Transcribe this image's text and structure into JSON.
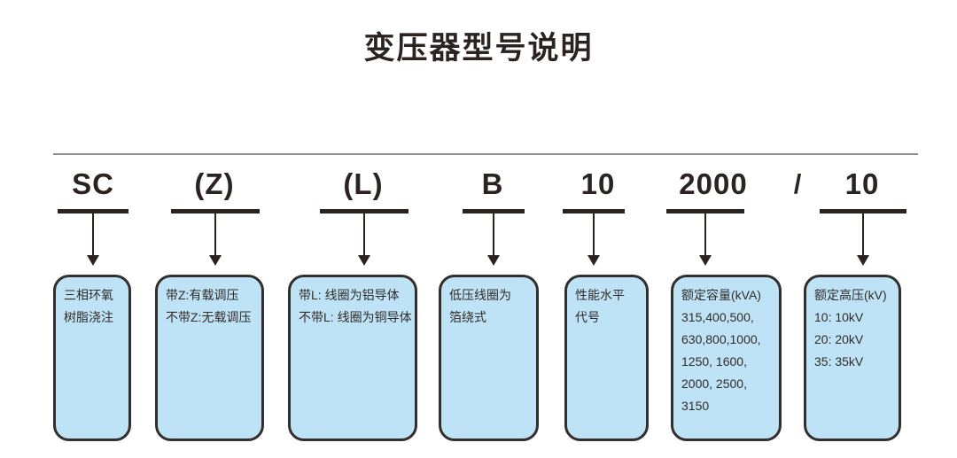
{
  "title": "变压器型号说明",
  "colors": {
    "box_fill": "#bfe3f6",
    "box_border": "#332e2c",
    "ink": "#2b2320",
    "divider": "#8f8f8f"
  },
  "model_code": {
    "separator": "/",
    "segments": [
      {
        "code": "SC",
        "description_lines": [
          "三相环氧",
          "树脂浇注"
        ]
      },
      {
        "code": "(Z)",
        "description_lines": [
          "带Z:有载调压",
          "不带Z:无载调压"
        ]
      },
      {
        "code": "(L)",
        "description_lines": [
          "带L: 线圈为铝导体",
          "不带L: 线圈为铜导体"
        ]
      },
      {
        "code": "B",
        "description_lines": [
          "低压线圈为",
          "箔绕式"
        ]
      },
      {
        "code": "10",
        "description_lines": [
          "性能水平",
          "代号"
        ]
      },
      {
        "code": "2000",
        "description_lines": [
          "额定容量(kVA)",
          "315,400,500,",
          "630,800,1000,",
          "1250, 1600,",
          "2000, 2500,",
          "3150"
        ]
      },
      {
        "code": "10",
        "description_lines": [
          "额定高压(kV)",
          "10: 10kV",
          "20: 20kV",
          "35: 35kV"
        ]
      }
    ]
  }
}
